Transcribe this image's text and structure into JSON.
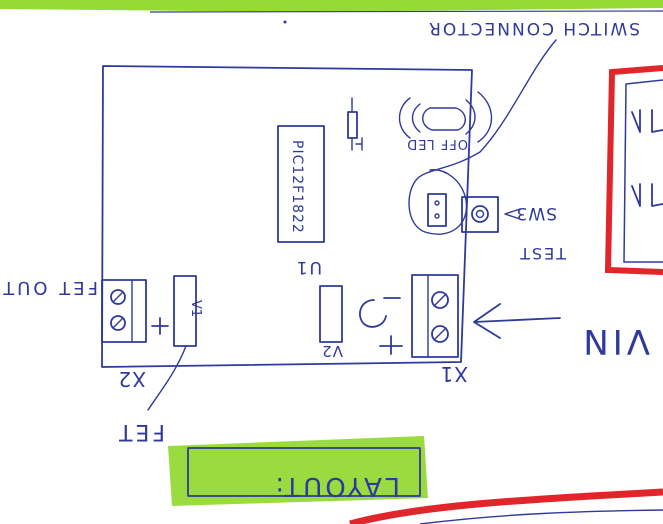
{
  "labels": {
    "switch_connector": "SWITCH CONNECTOR",
    "off_led": "OFF LED",
    "sw3": "SW3",
    "test": "TEST",
    "u1": "U1",
    "u1_part": "PIC12F1822",
    "v1": "V1",
    "v2": "V2",
    "x1": "X1",
    "x2": "X2",
    "fet_out": "FET OUT",
    "fet": "FET",
    "vin": "VIN",
    "layout": "LAYOUT:"
  },
  "colors": {
    "ink": "#2f3a9a",
    "highlight": "#8fd82a",
    "red": "#e0262a"
  }
}
